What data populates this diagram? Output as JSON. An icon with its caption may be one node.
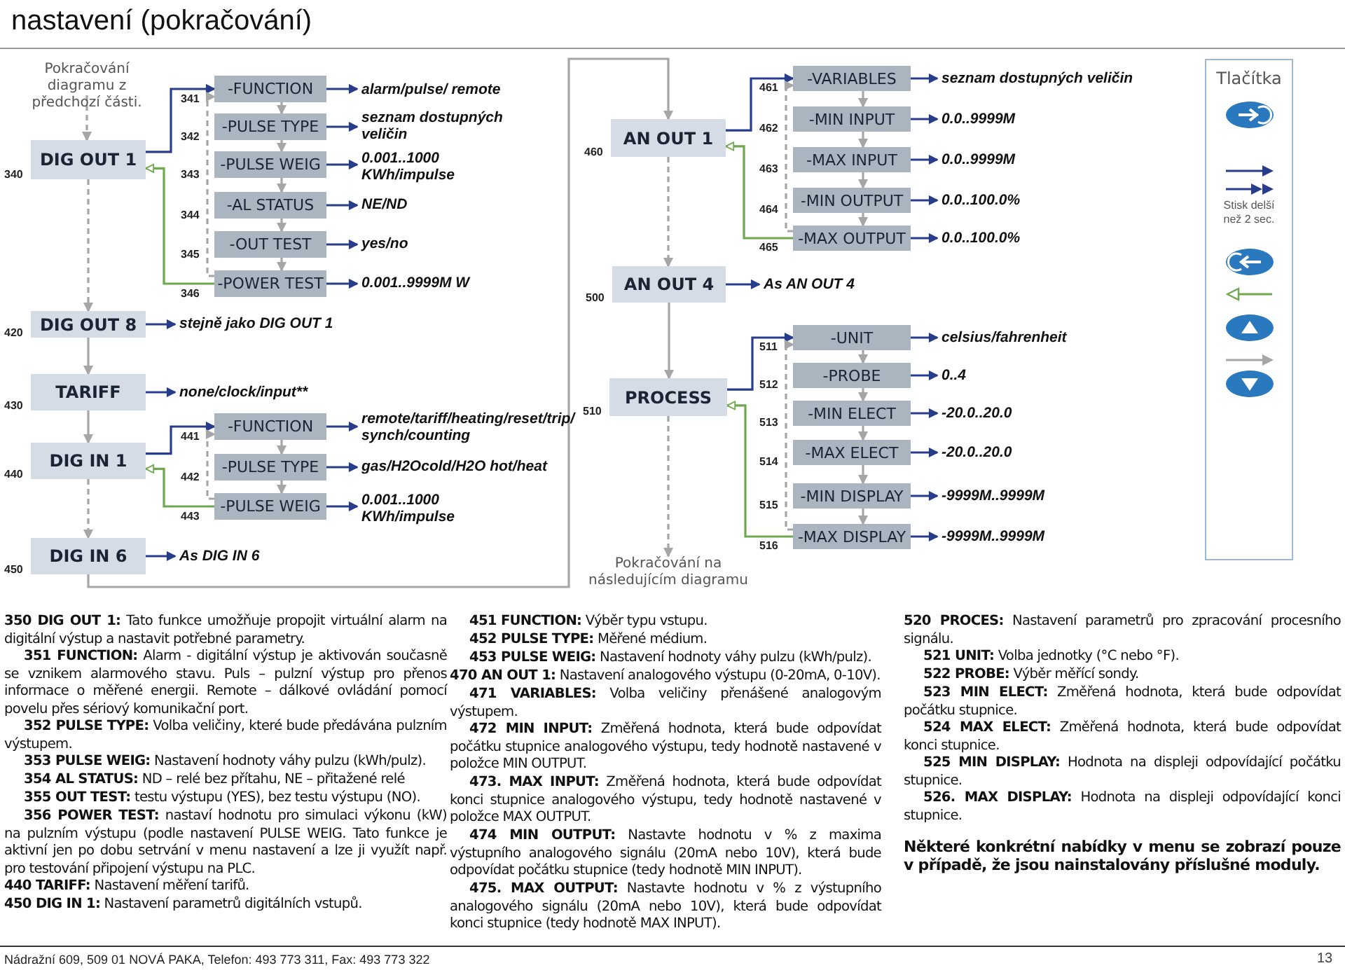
{
  "diagram": {
    "title": "nastavení (pokračování)",
    "nodes": [
      {
        "text": [
          "Pokračování diagramu z předchozí části."
        ]
      },
      {
        "text": [
          "DIG OUT 1"
        ],
        "beside": [
          "340"
        ]
      },
      {
        "text": [
          "-FUNCTION"
        ],
        "beside": [
          "341"
        ]
      },
      {
        "text": [
          "-PULSE TYPE"
        ],
        "beside": [
          "342"
        ]
      },
      {
        "text": [
          "-PULSE WEIG"
        ],
        "beside": [
          "343"
        ]
      },
      {
        "text": [
          "-AL STATUS"
        ],
        "beside": [
          "344"
        ]
      },
      {
        "text": [
          "-OUT TEST"
        ],
        "beside": [
          "345"
        ]
      },
      {
        "text": [
          "-POWER TEST"
        ],
        "beside": [
          "346"
        ]
      },
      {
        "text": [
          "alarm/pulse/ remote"
        ]
      },
      {
        "text": [
          "seznam dostupných veličin"
        ]
      },
      {
        "text": [
          "0.001..1000 KWh/impulse"
        ]
      },
      {
        "text": [
          "NE/ND"
        ]
      },
      {
        "text": [
          "yes/no"
        ]
      },
      {
        "text": [
          "0.001..9999M W"
        ]
      },
      {
        "text": [
          "DIG OUT 8"
        ],
        "beside": [
          "420"
        ]
      },
      {
        "text": [
          "stejně jako DIG OUT 1"
        ]
      },
      {
        "text": [
          "TARIFF"
        ],
        "beside": [
          "430"
        ]
      },
      {
        "text": [
          "none/clock/input**"
        ]
      },
      {
        "text": [
          "DIG IN 1"
        ],
        "beside": [
          "440"
        ]
      },
      {
        "text": [
          "-FUNCTION"
        ],
        "beside": [
          "441"
        ]
      },
      {
        "text": [
          "-PULSE TYPE"
        ],
        "beside": [
          "442"
        ]
      },
      {
        "text": [
          "-PULSE WEIG"
        ],
        "beside": [
          "443"
        ]
      },
      {
        "text": [
          "remote/tariff/heating/reset/trip/ synch/counting"
        ]
      },
      {
        "text": [
          "gas/H2Ocold/H2O hot/heat"
        ]
      },
      {
        "text": [
          "0.001..1000 KWh/impulse"
        ]
      },
      {
        "text": [
          "DIG IN 6"
        ],
        "beside": [
          "450"
        ]
      },
      {
        "text": [
          "As DIG IN 6"
        ]
      },
      {
        "text": [
          "AN OUT 1"
        ],
        "beside": [
          "460"
        ]
      },
      {
        "text": [
          "-VARIABLES"
        ],
        "beside": [
          "461"
        ]
      },
      {
        "text": [
          "-MIN INPUT"
        ],
        "beside": [
          "462"
        ]
      },
      {
        "text": [
          "-MAX INPUT"
        ],
        "beside": [
          "463"
        ]
      },
      {
        "text": [
          "-MIN OUTPUT"
        ],
        "beside": [
          "464"
        ]
      },
      {
        "text": [
          "-MAX OUTPUT"
        ],
        "beside": [
          "465"
        ]
      },
      {
        "text": [
          "seznam dostupných veličin"
        ]
      },
      {
        "text": [
          "0.0..9999M"
        ]
      },
      {
        "text": [
          "0.0..9999M"
        ]
      },
      {
        "text": [
          "0.0..100.0%"
        ]
      },
      {
        "text": [
          "0.0..100.0%"
        ]
      },
      {
        "text": [
          "AN OUT 4"
        ],
        "beside": [
          "500"
        ]
      },
      {
        "text": [
          "As AN OUT 4"
        ]
      },
      {
        "text": [
          "PROCESS"
        ],
        "beside": [
          "510"
        ]
      },
      {
        "text": [
          "-UNIT"
        ],
        "beside": [
          "511"
        ]
      },
      {
        "text": [
          "-PROBE"
        ],
        "beside": [
          "512"
        ]
      },
      {
        "text": [
          "-MIN ELECT"
        ],
        "beside": [
          "513"
        ]
      },
      {
        "text": [
          "-MAX ELECT"
        ],
        "beside": [
          "514"
        ]
      },
      {
        "text": [
          "-MIN DISPLAY"
        ],
        "beside": [
          "515"
        ]
      },
      {
        "text": [
          "-MAX DISPLAY"
        ],
        "beside": [
          "516"
        ]
      },
      {
        "text": [
          "celsius/fahrenheit"
        ]
      },
      {
        "text": [
          "0..4"
        ]
      },
      {
        "text": [
          "-20.0..20.0"
        ]
      },
      {
        "text": [
          "-20.0..20.0"
        ]
      },
      {
        "text": [
          "-9999M..9999M"
        ]
      },
      {
        "text": [
          "-9999M..9999M"
        ]
      },
      {
        "text": [
          "Pokračování na následujícím diagramu"
        ]
      },
      {
        "text": [
          "Tlačítka"
        ]
      }
    ],
    "edges": [
      {
        "from": 0,
        "to": 1,
        "arrow": "to",
        "style": "dashed",
        "color": "#a6a6a6"
      },
      {
        "from": 1,
        "to": 2,
        "arrow": "to",
        "color": "#283c8c"
      },
      {
        "from": 2,
        "to": 3,
        "arrow": "to",
        "color": "#a6a6a6"
      },
      {
        "from": 3,
        "to": 4,
        "arrow": "to",
        "color": "#a6a6a6"
      },
      {
        "from": 4,
        "to": 5,
        "arrow": "to",
        "color": "#a6a6a6"
      },
      {
        "from": 5,
        "to": 6,
        "arrow": "to",
        "color": "#a6a6a6"
      },
      {
        "from": 6,
        "to": 7,
        "arrow": "to",
        "color": "#a6a6a6"
      },
      {
        "from": 7,
        "to": 2,
        "arrow": "to",
        "style": "dashed",
        "color": "#a6a6a6"
      },
      {
        "from": 7,
        "to": 1,
        "arrow": "to",
        "color": "#6fa84e"
      },
      {
        "from": 2,
        "to": 8,
        "arrow": "to",
        "color": "#283c8c"
      },
      {
        "from": 3,
        "to": 9,
        "arrow": "to",
        "color": "#283c8c"
      },
      {
        "from": 4,
        "to": 10,
        "arrow": "to",
        "color": "#283c8c"
      },
      {
        "from": 5,
        "to": 11,
        "arrow": "to",
        "color": "#283c8c"
      },
      {
        "from": 6,
        "to": 12,
        "arrow": "to",
        "color": "#283c8c"
      },
      {
        "from": 7,
        "to": 13,
        "arrow": "to",
        "color": "#283c8c"
      },
      {
        "from": 1,
        "to": 14,
        "arrow": "to",
        "style": "dashed",
        "color": "#a6a6a6"
      },
      {
        "from": 14,
        "to": 15,
        "arrow": "to",
        "color": "#283c8c"
      },
      {
        "from": 14,
        "to": 16,
        "arrow": "to",
        "color": "#a6a6a6"
      },
      {
        "from": 16,
        "to": 17,
        "arrow": "to",
        "color": "#283c8c"
      },
      {
        "from": 16,
        "to": 18,
        "arrow": "to",
        "color": "#a6a6a6"
      },
      {
        "from": 18,
        "to": 19,
        "arrow": "to",
        "color": "#283c8c"
      },
      {
        "from": 19,
        "to": 20,
        "arrow": "to",
        "color": "#a6a6a6"
      },
      {
        "from": 20,
        "to": 21,
        "arrow": "to",
        "color": "#a6a6a6"
      },
      {
        "from": 21,
        "to": 19,
        "arrow": "to",
        "style": "dashed",
        "color": "#a6a6a6"
      },
      {
        "from": 21,
        "to": 18,
        "arrow": "to",
        "color": "#6fa84e"
      },
      {
        "from": 19,
        "to": 22,
        "arrow": "to",
        "color": "#283c8c"
      },
      {
        "from": 20,
        "to": 23,
        "arrow": "to",
        "color": "#283c8c"
      },
      {
        "from": 21,
        "to": 24,
        "arrow": "to",
        "color": "#283c8c"
      },
      {
        "from": 18,
        "to": 25,
        "arrow": "to",
        "style": "dashed",
        "color": "#a6a6a6"
      },
      {
        "from": 25,
        "to": 26,
        "arrow": "to",
        "color": "#283c8c"
      },
      {
        "from": 25,
        "to": 27,
        "arrow": "to",
        "color": "#a6a6a6"
      },
      {
        "from": 27,
        "to": 28,
        "arrow": "to",
        "color": "#283c8c"
      },
      {
        "from": 28,
        "to": 29,
        "arrow": "to",
        "color": "#a6a6a6"
      },
      {
        "from": 29,
        "to": 30,
        "arrow": "to",
        "color": "#a6a6a6"
      },
      {
        "from": 30,
        "to": 31,
        "arrow": "to",
        "color": "#a6a6a6"
      },
      {
        "from": 31,
        "to": 32,
        "arrow": "to",
        "color": "#a6a6a6"
      },
      {
        "from": 32,
        "to": 28,
        "arrow": "to",
        "style": "dashed",
        "color": "#a6a6a6"
      },
      {
        "from": 32,
        "to": 27,
        "arrow": "to",
        "color": "#6fa84e"
      },
      {
        "from": 28,
        "to": 33,
        "arrow": "to",
        "color": "#283c8c"
      },
      {
        "from": 29,
        "to": 34,
        "arrow": "to",
        "color": "#283c8c"
      },
      {
        "from": 30,
        "to": 35,
        "arrow": "to",
        "color": "#283c8c"
      },
      {
        "from": 31,
        "to": 36,
        "arrow": "to",
        "color": "#283c8c"
      },
      {
        "from": 32,
        "to": 37,
        "arrow": "to",
        "color": "#283c8c"
      },
      {
        "from": 27,
        "to": 38,
        "arrow": "to",
        "style": "dashed",
        "color": "#a6a6a6"
      },
      {
        "from": 38,
        "to": 39,
        "arrow": "to",
        "color": "#283c8c"
      },
      {
        "from": 38,
        "to": 40,
        "arrow": "to",
        "color": "#a6a6a6"
      },
      {
        "from": 40,
        "to": 41,
        "arrow": "to",
        "color": "#283c8c"
      },
      {
        "from": 41,
        "to": 42,
        "arrow": "to",
        "color": "#a6a6a6"
      },
      {
        "from": 42,
        "to": 43,
        "arrow": "to",
        "color": "#a6a6a6"
      },
      {
        "from": 43,
        "to": 44,
        "arrow": "to",
        "color": "#a6a6a6"
      },
      {
        "from": 44,
        "to": 45,
        "arrow": "to",
        "color": "#a6a6a6"
      },
      {
        "from": 45,
        "to": 46,
        "arrow": "to",
        "color": "#a6a6a6"
      },
      {
        "from": 46,
        "to": 41,
        "arrow": "to",
        "style": "dashed",
        "color": "#a6a6a6"
      },
      {
        "from": 46,
        "to": 40,
        "arrow": "to",
        "color": "#6fa84e"
      },
      {
        "from": 41,
        "to": 47,
        "arrow": "to",
        "color": "#283c8c"
      },
      {
        "from": 42,
        "to": 48,
        "arrow": "to",
        "color": "#283c8c"
      },
      {
        "from": 43,
        "to": 49,
        "arrow": "to",
        "color": "#283c8c"
      },
      {
        "from": 44,
        "to": 50,
        "arrow": "to",
        "color": "#283c8c"
      },
      {
        "from": 45,
        "to": 51,
        "arrow": "to",
        "color": "#283c8c"
      },
      {
        "from": 46,
        "to": 52,
        "arrow": "to",
        "color": "#283c8c"
      },
      {
        "from": 40,
        "to": 53,
        "arrow": "to",
        "style": "dashed",
        "color": "#a6a6a6"
      }
    ],
    "labels": [
      "**350 DIG OUT 1:** Tato funkce umožňuje propojit virtuální alarm na digitální výstup a nastavit potřebné parametry.",
      "**351 FUNCTION:** Alarm - digitální výstup je aktivován současně se vznikem alarmového stavu. Puls – pulzní výstup pro přenos informace o měřené energii. Remote – dálkové ovládání pomocí povelu přes sériový komunikační port.",
      "**352 PULSE TYPE:** Volba veličiny, které bude předávána pulzním výstupem.",
      "**353 PULSE WEIG:** Nastavení hodnoty váhy pulzu (kWh/pulz).",
      "**354 AL STATUS:** ND – relé bez přítahu, NE – přitažené relé",
      "**355 OUT TEST:** testu výstupu (YES), bez testu výstupu (NO).",
      "**356 POWER TEST:** nastaví hodnotu pro simulaci výkonu (kW) na pulzním výstupu (podle nastavení PULSE WEIG. Tato funkce je aktivní jen po dobu setrvání v menu nastavení a lze ji využít např. pro testování připojení výstupu na PLC.",
      "**440 TARIFF:** Nastavení měření tarifů.",
      "**450 DIG IN 1:** Nastavení parametrů digitálních vstupů.",
      "**451 FUNCTION:** Výběr typu vstupu.",
      "**452 PULSE TYPE:** Měřené médium.",
      "**453 PULSE WEIG:** Nastavení hodnoty váhy pulzu (kWh/pulz).",
      "**470 AN OUT 1:** Nastavení analogového výstupu (0-20mA, 0-10V).",
      "**471 VARIABLES:** Volba veličiny přenášené analogovým výstupem.",
      "**472 MIN INPUT:** Změřená hodnota, která bude odpovídat počátku stupnice analogového výstupu, tedy hodnotě nastavené v položce MIN OUTPUT.",
      "**473. MAX INPUT:** Změřená hodnota, která bude odpovídat konci stupnice analogového výstupu, tedy hodnotě nastavené v položce MAX OUTPUT.",
      "**474 MIN OUTPUT:** Nastavte hodnotu v % z maxima výstupního analogového signálu (20mA nebo 10V), která bude odpovídat počátku stupnice (tedy hodnotě MIN INPUT).",
      "**475. MAX OUTPUT:** Nastavte hodnotu v % z výstupního analogového signálu (20mA nebo 10V), která bude odpovídat konci stupnice (tedy hodnotě MAX INPUT).",
      "**520 PROCES:** Nastavení parametrů pro zpracování procesního signálu.",
      "**521 UNIT:** Volba jednotky (°C nebo °F).",
      "**522 PROBE:** Výběr měřící sondy.",
      "**523 MIN ELECT:** Změřená hodnota, která bude odpovídat počátku stupnice.",
      "**524 MAX ELECT:** Změřená hodnota, která bude odpovídat konci stupnice.",
      "**525 MIN DISPLAY:** Hodnota na displeji odpovídající počátku stupnice.",
      "**526. MAX DISPLAY:** Hodnota na displeji odpovídající konci stupnice.",
      "Některé konkrétní nabídky v menu se zobrazí pouze v případě, že jsou nainstalovány příslušné moduly.",
      "Nádražní 609, 509 01 NOVÁ PAKA, Telefon: 493 773 311, Fax: 493 773 322",
      "13"
    ],
    "legend": [
      {
        "text": "Stisk delší než 2 sec."
      }
    ]
  }
}
